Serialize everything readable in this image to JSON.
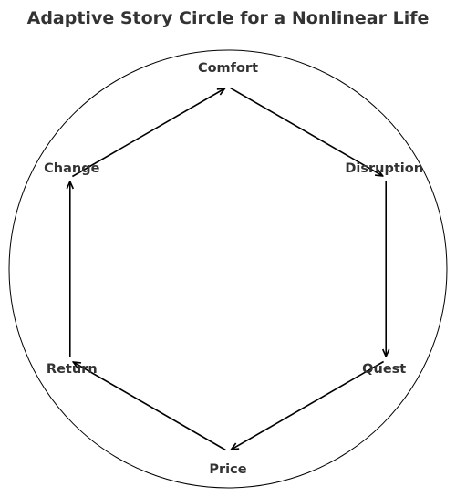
{
  "title": "Adaptive Story Circle for a Nonlinear Life",
  "stages": [
    {
      "id": "comfort",
      "label": "Comfort"
    },
    {
      "id": "disruption",
      "label": "Disruption"
    },
    {
      "id": "quest",
      "label": "Quest"
    },
    {
      "id": "price",
      "label": "Price"
    },
    {
      "id": "return",
      "label": "Return"
    },
    {
      "id": "change",
      "label": "Change"
    }
  ],
  "flow": "clockwise",
  "colors": {
    "text": "#333333",
    "lines": "#000000",
    "background": "#ffffff"
  }
}
